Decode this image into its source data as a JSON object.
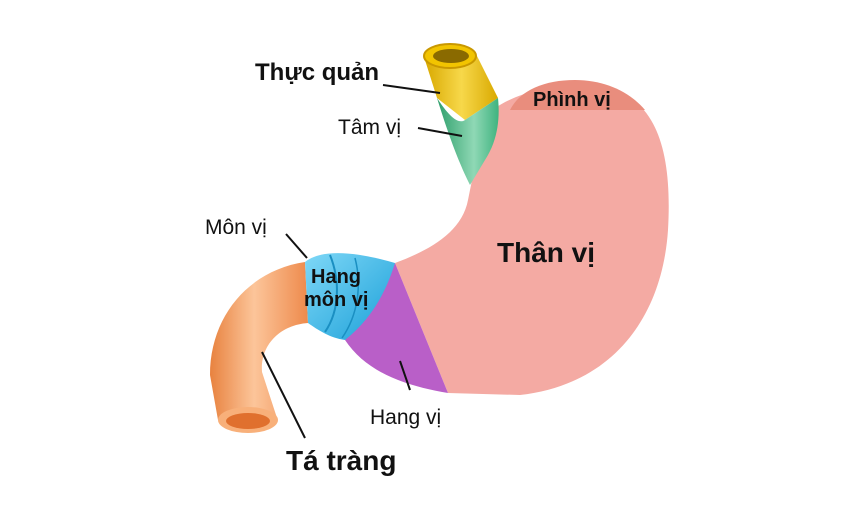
{
  "labels": {
    "thuc_quan": "Thực quản",
    "tam_vi": "Tâm vị",
    "phinh_vi": "Phình vị",
    "than_vi": "Thân vị",
    "mon_vi": "Môn vị",
    "hang_mon_vi_line1": "Hang",
    "hang_mon_vi_line2": "môn vị",
    "hang_vi": "Hang vị",
    "ta_trang": "Tá tràng"
  },
  "colors": {
    "esophagus": "#f2c400",
    "cardia": "#3fb37f",
    "fundus": "#e88878",
    "body": "#f4aaa3",
    "antrum": "#b563c9",
    "pyloric_antrum": "#2ab2e6",
    "duodenum": "#f5a36b",
    "duodenum_lumen": "#e07030"
  }
}
